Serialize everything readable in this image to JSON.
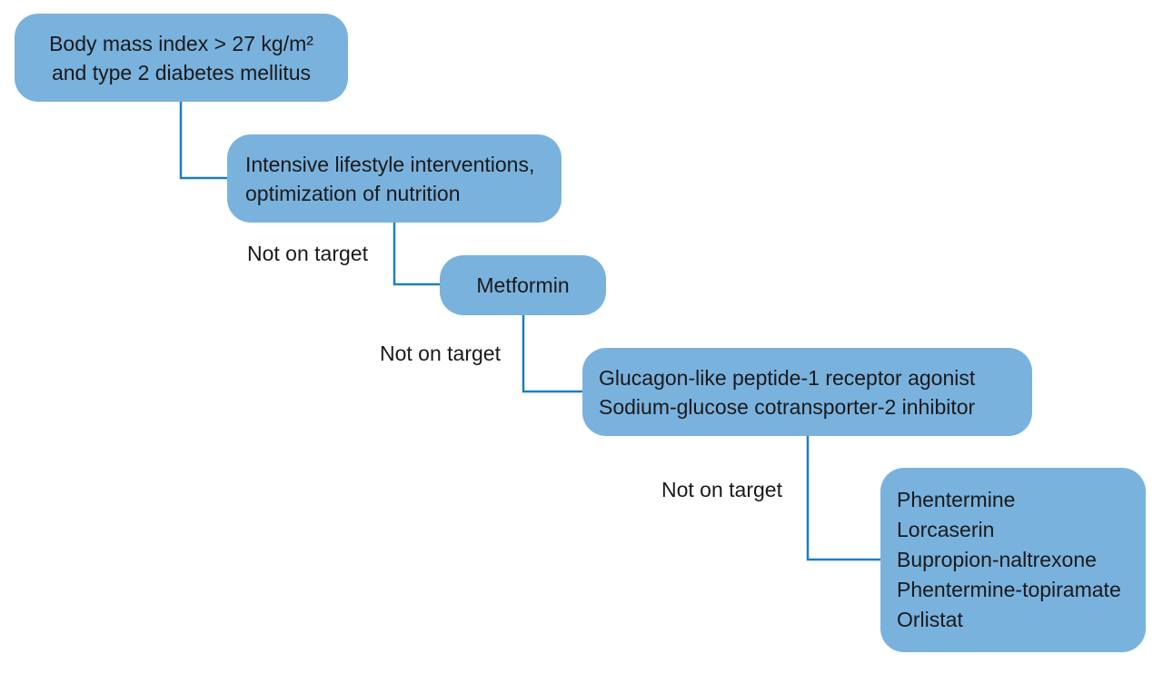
{
  "diagram": {
    "nodes": [
      {
        "id": "start",
        "lines": [
          "Body mass index > 27 kg/m²",
          "and type 2 diabetes mellitus"
        ]
      },
      {
        "id": "lifestyle",
        "lines": [
          "Intensive lifestyle interventions,",
          "optimization of nutrition"
        ]
      },
      {
        "id": "metformin",
        "lines": [
          "Metformin"
        ]
      },
      {
        "id": "glp1-sglt2",
        "lines": [
          "Glucagon-like peptide-1 receptor agonist",
          "Sodium-glucose cotransporter-2 inhibitor"
        ]
      },
      {
        "id": "anti-obesity-drugs",
        "lines": [
          "Phentermine",
          "Lorcaserin",
          "Bupropion-naltrexone",
          "Phentermine-topiramate",
          "Orlistat"
        ]
      }
    ],
    "edge_labels": [
      "Not on target",
      "Not on target",
      "Not on target"
    ]
  },
  "colors": {
    "node_fill": "#7ab2de",
    "connector": "#1b7fbf",
    "text": "#1a1a1a"
  }
}
